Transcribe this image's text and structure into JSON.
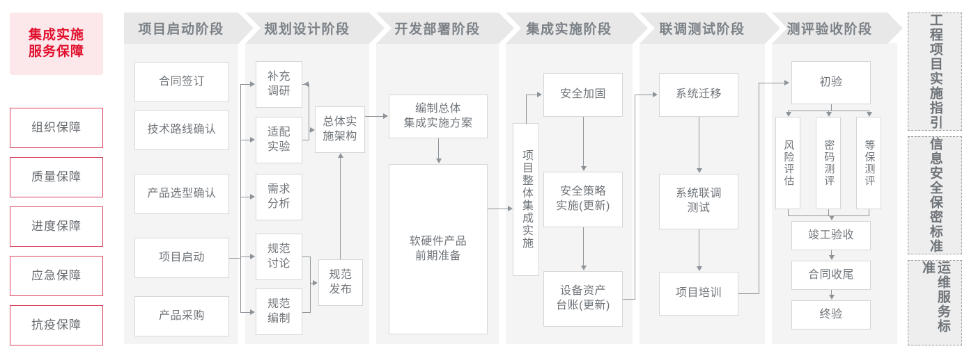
{
  "diagram": {
    "title_box": "集成实施\n服务保障",
    "guarantees": [
      {
        "label": "组织保障"
      },
      {
        "label": "质量保障"
      },
      {
        "label": "进度保障"
      },
      {
        "label": "应急保障"
      },
      {
        "label": "抗疫保障"
      }
    ],
    "phases": [
      {
        "header": "项目启动阶段",
        "nodes": [
          {
            "label": "合同签订"
          },
          {
            "label": "技术路线确认"
          },
          {
            "label": "产品选型确认"
          },
          {
            "label": "项目启动"
          },
          {
            "label": "产品采购"
          }
        ]
      },
      {
        "header": "规划设计阶段",
        "nodes": [
          {
            "label": "补充\n调研"
          },
          {
            "label": "适配\n实验"
          },
          {
            "label": "需求\n分析"
          },
          {
            "label": "规范\n讨论"
          },
          {
            "label": "规范\n编制"
          },
          {
            "label": "总体实\n施架构"
          },
          {
            "label": "规范\n发布"
          }
        ]
      },
      {
        "header": "开发部署阶段",
        "nodes": [
          {
            "label": "编制总体\n集成实施方案"
          },
          {
            "label": "软硬件产品\n前期准备"
          }
        ]
      },
      {
        "header": "集成实施阶段",
        "nodes": [
          {
            "label": "项目整体集成实施"
          },
          {
            "label": "安全加固"
          },
          {
            "label": "安全策略\n实施(更新)"
          },
          {
            "label": "设备资产\n台账(更新)"
          }
        ]
      },
      {
        "header": "联调测试阶段",
        "nodes": [
          {
            "label": "系统迁移"
          },
          {
            "label": "系统联调\n测试"
          },
          {
            "label": "项目培训"
          }
        ]
      },
      {
        "header": "测评验收阶段",
        "nodes": [
          {
            "label": "初验"
          },
          {
            "label": "风险评估"
          },
          {
            "label": "密码测评"
          },
          {
            "label": "等保测评"
          },
          {
            "label": "竣工验收"
          },
          {
            "label": "合同收尾"
          },
          {
            "label": "终验"
          }
        ]
      }
    ],
    "standards": [
      {
        "label": "工程项目实施指引"
      },
      {
        "label": "信息安全保密标准"
      },
      {
        "label": "运维服务标准"
      }
    ],
    "colors": {
      "accent_red": "#e1112e",
      "accent_red_border": "#d9415c",
      "title_bg": "#fce7eb",
      "panel_bg": "#f4f4f4",
      "header_bg": "#e8e8e8",
      "header_text": "#7b8187",
      "node_text": "#6f7479",
      "node_border": "#d6d6d6",
      "connector": "#8d9398",
      "standard_bg": "#eeeeee",
      "standard_border": "#9a9a9a"
    }
  }
}
